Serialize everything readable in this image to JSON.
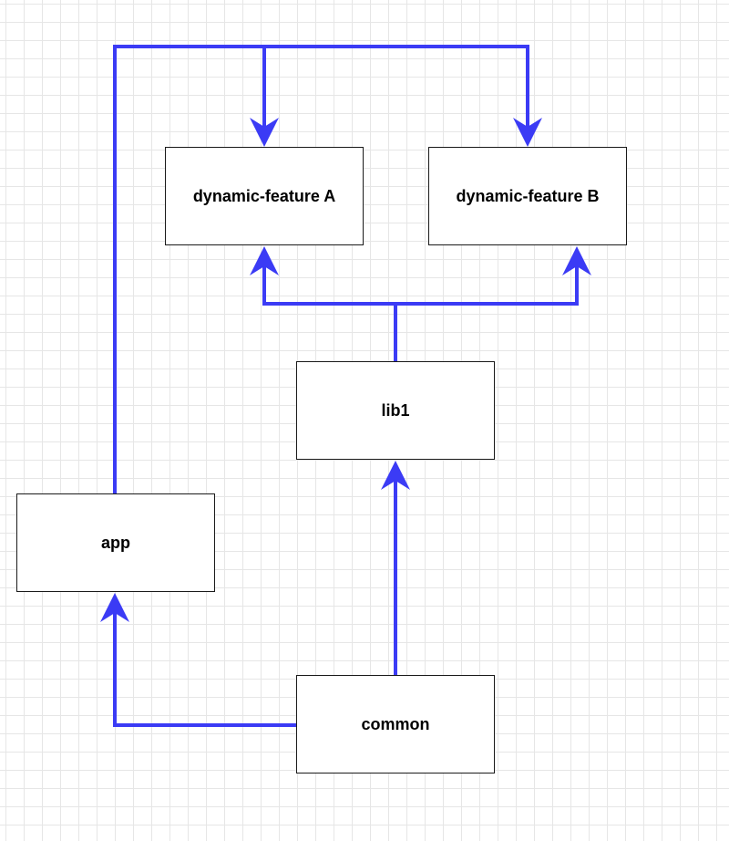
{
  "colors": {
    "edge": "#3b3bf5",
    "node_border": "#1a1a1a",
    "grid": "#e6e6e6"
  },
  "nodes": {
    "dynamic_feature_a": "dynamic-feature A",
    "dynamic_feature_b": "dynamic-feature B",
    "lib1": "lib1",
    "app": "app",
    "common": "common"
  },
  "edges": [
    {
      "from": "app",
      "to": "dynamic-feature A"
    },
    {
      "from": "app",
      "to": "dynamic-feature B"
    },
    {
      "from": "lib1",
      "to": "dynamic-feature A"
    },
    {
      "from": "lib1",
      "to": "dynamic-feature B"
    },
    {
      "from": "common",
      "to": "lib1"
    },
    {
      "from": "common",
      "to": "app"
    }
  ]
}
